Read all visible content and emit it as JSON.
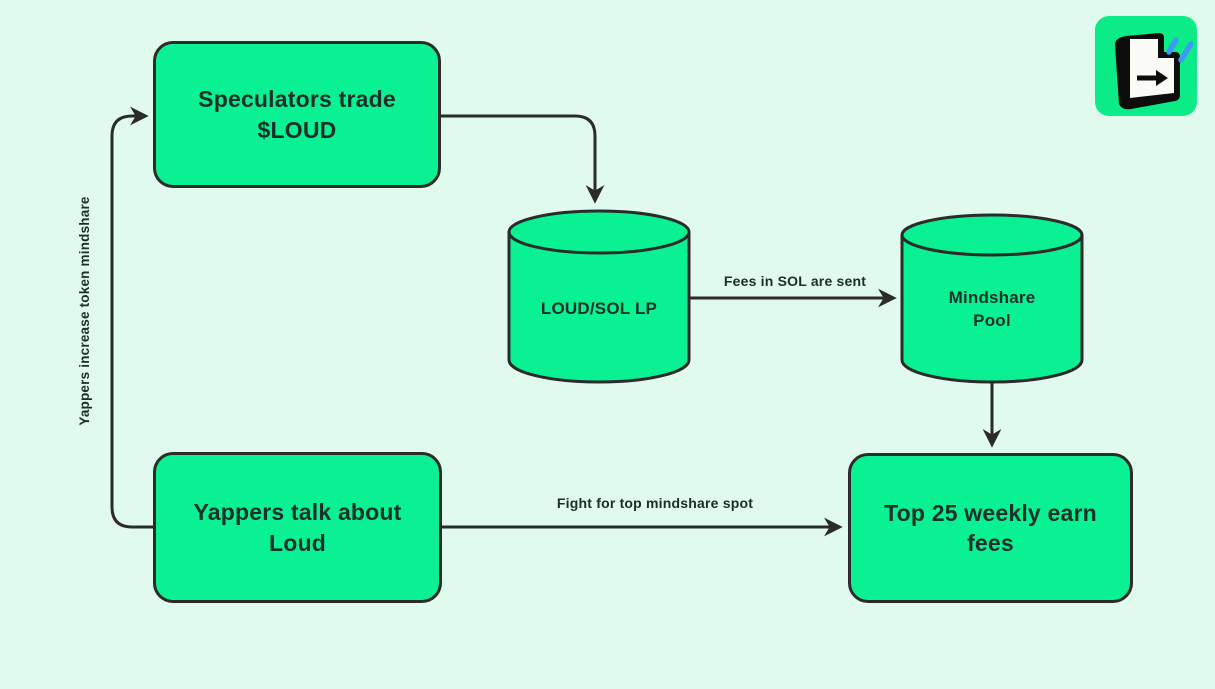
{
  "colors": {
    "background": "#e0faee",
    "node_fill": "#0af194",
    "outline": "#2b2b2b",
    "text": "#16302a",
    "logo_background": "#0cec86",
    "logo_accent_blue": "#3d9bf5"
  },
  "diagram": {
    "nodes": {
      "speculators": {
        "type": "box",
        "label": "Speculators trade\n$LOUD"
      },
      "loud_sol_lp": {
        "type": "cylinder",
        "label": "LOUD/SOL LP"
      },
      "mindshare_pool": {
        "type": "cylinder",
        "label": "Mindshare\nPool"
      },
      "yappers": {
        "type": "box",
        "label": "Yappers talk about\nLoud"
      },
      "top25": {
        "type": "box",
        "label": "Top 25 weekly earn\nfees"
      }
    },
    "edges": {
      "yappers_to_speculators": {
        "from": "yappers",
        "to": "speculators",
        "label": "Yappers increase token mindshare"
      },
      "speculators_to_lp": {
        "from": "speculators",
        "to": "loud_sol_lp",
        "label": ""
      },
      "lp_to_pool": {
        "from": "loud_sol_lp",
        "to": "mindshare_pool",
        "label": "Fees in SOL are sent"
      },
      "pool_to_top25": {
        "from": "mindshare_pool",
        "to": "top25",
        "label": ""
      },
      "yappers_to_top25": {
        "from": "yappers",
        "to": "top25",
        "label": "Fight for top mindshare spot"
      }
    },
    "logo_icon": "key-arrow-icon"
  }
}
